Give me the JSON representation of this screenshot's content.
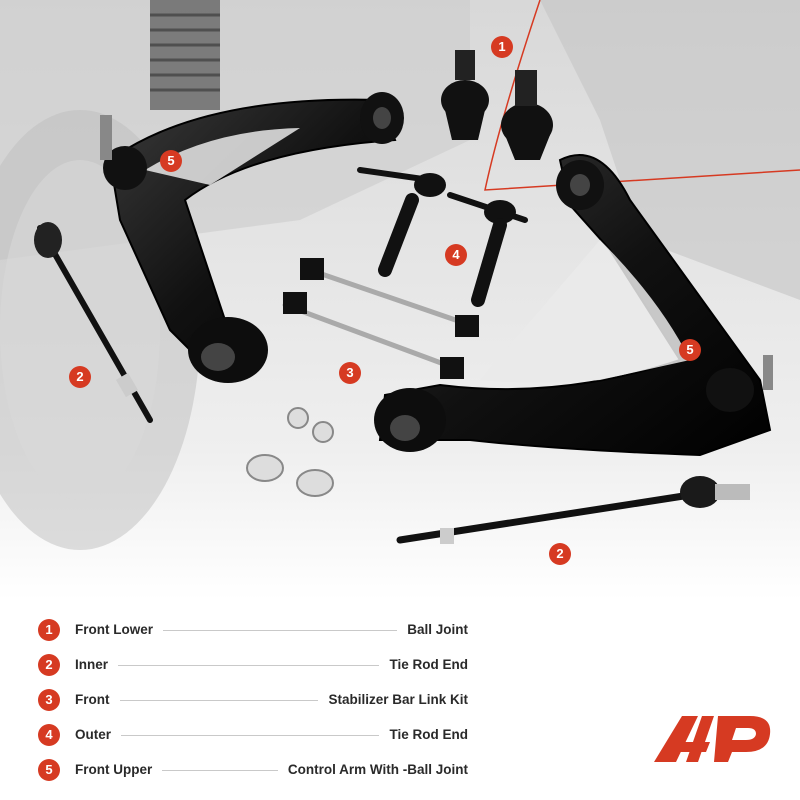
{
  "callouts": [
    "1",
    "2",
    "3",
    "4",
    "5",
    "2",
    "5"
  ],
  "legend": [
    {
      "num": "1",
      "left": "Front Lower",
      "right": "Ball Joint"
    },
    {
      "num": "2",
      "left": "Inner",
      "right": "Tie Rod End"
    },
    {
      "num": "3",
      "left": "Front",
      "right": "Stabilizer Bar Link Kit"
    },
    {
      "num": "4",
      "left": "Outer",
      "right": "Tie Rod End"
    },
    {
      "num": "5",
      "left": "Front Upper",
      "right": "Control Arm With -Ball Joint"
    }
  ],
  "colors": {
    "accent": "#d63a22",
    "text": "#2a2a2a",
    "part": "#111111"
  },
  "icons": [
    "a-premium-logo"
  ]
}
